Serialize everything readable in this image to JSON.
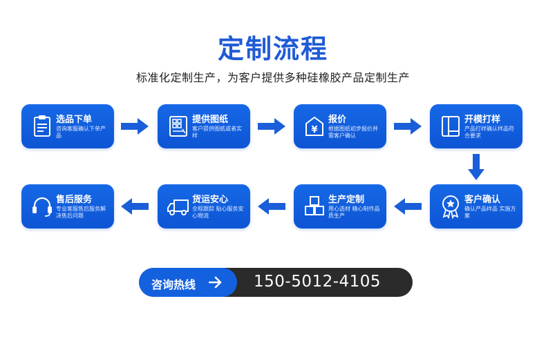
{
  "title": "定制流程",
  "subtitle": "标准化定制生产，为客户提供多种硅橡胶产品定制生产",
  "steps": [
    {
      "title": "选品下单",
      "desc": "咨询客服确认下单产品",
      "icon": "clipboard-icon"
    },
    {
      "title": "提供图纸",
      "desc": "客户提供图纸或者实样",
      "icon": "drawing-icon"
    },
    {
      "title": "报价",
      "desc": "根据图纸初步报价并需客户确认",
      "icon": "price-icon"
    },
    {
      "title": "开模打样",
      "desc": "产品打样确认样品符合要求",
      "icon": "mold-icon"
    },
    {
      "title": "客户确认",
      "desc": "确认产品样品 实施方案",
      "icon": "badge-icon"
    },
    {
      "title": "生产定制",
      "desc": "用心选材 精心制作品质生产",
      "icon": "boxes-icon"
    },
    {
      "title": "货运安心",
      "desc": "全程跟踪 贴心服务安心物流",
      "icon": "truck-icon"
    },
    {
      "title": "售后服务",
      "desc": "专业客服售后服务解决售后问题",
      "icon": "headset-icon"
    }
  ],
  "hotline": {
    "label": "咨询热线",
    "number": "150-5012-4105"
  },
  "colors": {
    "accent": "#1f5bd6",
    "card": "#0d55d4",
    "hotline_dark": "#2b2b2b"
  }
}
